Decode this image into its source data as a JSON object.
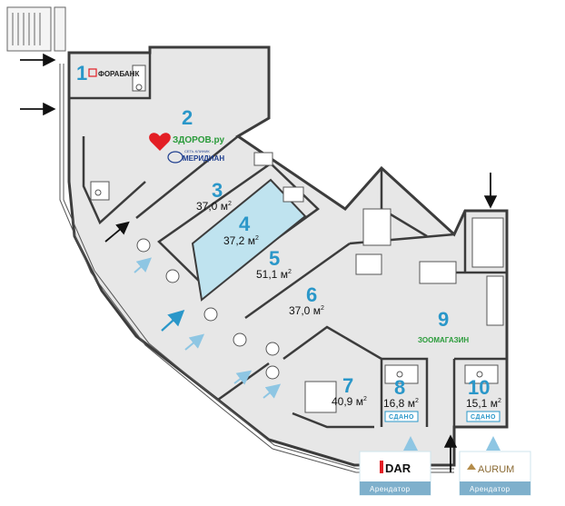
{
  "plan": {
    "area_unit": "м",
    "area_unit_power": "2"
  },
  "units": [
    {
      "number": "1",
      "area": "",
      "label": "ФОРАБАНК",
      "leased": false
    },
    {
      "number": "2",
      "area": "",
      "label": "ЗДОРОВ.ру",
      "label2": "МЕРИДИАН",
      "label2_small": "СЕТЬ КЛИНИК",
      "leased": false
    },
    {
      "number": "3",
      "area": "37,0",
      "leased": false
    },
    {
      "number": "4",
      "area": "37,2",
      "leased": false,
      "highlighted": true
    },
    {
      "number": "5",
      "area": "51,1",
      "leased": false
    },
    {
      "number": "6",
      "area": "37,0",
      "leased": false
    },
    {
      "number": "7",
      "area": "40,9",
      "leased": false
    },
    {
      "number": "8",
      "area": "16,8",
      "leased": true
    },
    {
      "number": "9",
      "area": "",
      "label": "ЗООМАГАЗИН",
      "leased": false
    },
    {
      "number": "10",
      "area": "15,1",
      "leased": true
    }
  ],
  "badges": {
    "leased": "СДАНО"
  },
  "tenants": [
    {
      "brand": "DAR",
      "caption": "Арендатор"
    },
    {
      "brand": "AURUM",
      "caption": "Арендатор"
    }
  ],
  "colors": {
    "accent": "#2a97c9",
    "highlight": "#bfe3ef",
    "floor": "#e7e7e7",
    "wall": "#444444",
    "brand_red": "#e31e24",
    "brand_green": "#2a9b3a",
    "brand_navy": "#1f3f8f",
    "aurum_gold": "#b48c4a"
  }
}
